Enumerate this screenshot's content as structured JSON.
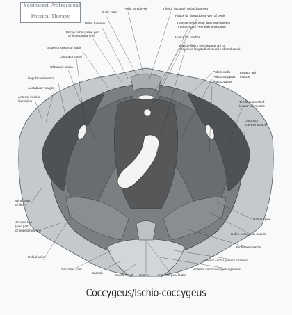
{
  "logo": {
    "line1": "Southwest Professional",
    "line2": "Physical Therapy"
  },
  "labels": {
    "pubic_crest": "Pubic crest",
    "pubic_symphysis": "Pubic symphysis",
    "inferior_pubic_ligament": "Inferior (arcuate) pubic ligament",
    "pubic_tubercle": "Pubic tubercle",
    "hiatus_dorsal_vein": "Hiatus for deep dorsal vein of penis",
    "pectin_pubis": "Pectin pubis (pubic part",
    "pectin_pubis_2": "of iliopectineal line)",
    "transverse_perineal_1": "Transverse perineal ligament (anterior",
    "transverse_perineal_2": "thickening of Perineal membrane)",
    "superior_ramus": "Superior ramus of pubis",
    "hiatus_urethra": "Hiatus for urethra",
    "obturator_canal": "Obturator canal",
    "muscle_fibers_1": "Muscle fibers from levator ani to",
    "muscle_fibers_2": "conjoined longitudinal muscle of anal canal",
    "obturator_fascia": "Obturator fascia",
    "iliopubic_eminence": "Iliopubic eminence",
    "puborectalis": "Puborectalis",
    "pubococcygeus": "Pubococcygeus",
    "iliococcygeus": "Iliococcygeus",
    "levator_ani_1": "Levator ani",
    "levator_ani_2": "muscle",
    "acetabular_margin": "Acetabular margin",
    "anterior_inferior_1": "Anterior inferior",
    "anterior_inferior_2": "iliac spine",
    "tendinous_arch_1": "Tendinous arch of",
    "tendinous_arch_2": "levator ani muscle",
    "obturator_internus_1": "Obturator",
    "obturator_internus_2": "internus muscle",
    "wing_1": "Wing (ala)",
    "wing_2": "of ilium",
    "arcuate_1": "Arcuate line",
    "arcuate_2": "(iliac part",
    "arcuate_3": "of iliopectineal line)",
    "ischial_spine_right": "Ischial spine",
    "ischio_coccygeus": "Ischio-coccygeus muscle",
    "piriformis": "Piriformis muscle",
    "ischial_spine_left": "Ischial spine",
    "sacroiliac_joint": "Sacroiliac joint",
    "anterior_sacral_foramina": "Anterior sacral (pelvic) foramina",
    "anterior_sacrococcygeal": "Anterior sacrococcygeal ligament",
    "sacrum": "Sacrum",
    "sacral_canal": "Sacral canal",
    "coccyx": "Coccyx",
    "anococcygeal": "Anococcygeal hiatus"
  },
  "caption": "Coccygeus/Ischio-coccygeus",
  "colors": {
    "bone": "#c6c9cc",
    "bone_dark": "#a9adb1",
    "muscle": "#6a6d70",
    "muscle_dark": "#4f5255",
    "muscle_mid": "#8b8e91",
    "highlight": "#f4f4f2"
  }
}
